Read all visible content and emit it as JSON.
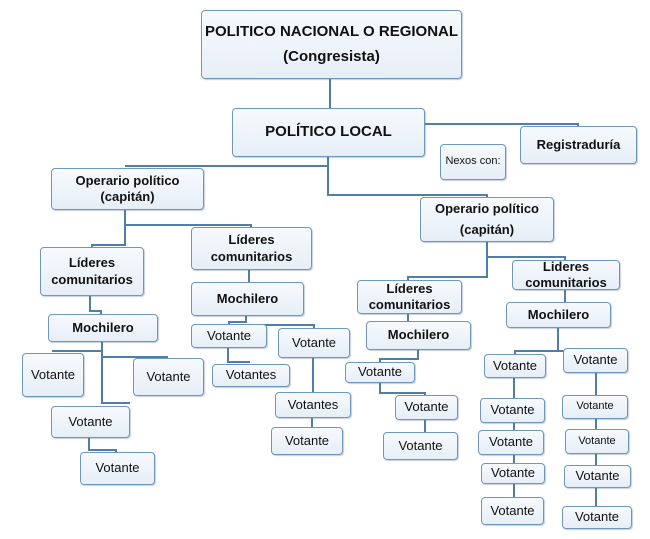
{
  "top": {
    "line1": "POLITICO NACIONAL O REGIONAL",
    "line2": "(Congresista)"
  },
  "local": "POLÍTICO LOCAL",
  "nexos": "Nexos con:",
  "registraduria": "Registraduría",
  "operario_left": {
    "line1": "Operario político",
    "line2": "(capitán)"
  },
  "operario_right": {
    "line1": "Operario político",
    "line2": "(capitán)"
  },
  "lideres": [
    {
      "line1": "Líderes",
      "line2": "comunitarios"
    },
    {
      "line1": "Líderes",
      "line2": "comunitarios"
    },
    {
      "line1": "Líderes",
      "line2": "comunitarios"
    },
    {
      "line1": "Lideres",
      "line2": "comunitarios"
    }
  ],
  "mochileros": [
    "Mochilero",
    "Mochilero",
    "Mochilero",
    "Mochilero"
  ],
  "votantes_group1": [
    "Votante",
    "Votante",
    "Votante",
    "Votante"
  ],
  "votantes_group2": [
    "Votante",
    "Votante",
    "Votantes",
    "Votantes",
    "Votante"
  ],
  "votantes_group3": [
    "Votante",
    "Votante",
    "Votante"
  ],
  "votantes_group4_col1": [
    "Votante",
    "Votante",
    "Votante",
    "Votante",
    "Votante"
  ],
  "votantes_group4_col2": [
    "Votante",
    "Votante",
    "Votante",
    "Votante",
    "Votante"
  ],
  "colors": {
    "line": "#4f7ea8",
    "border": "#6f97bd",
    "fill": "#eaf1f8"
  }
}
